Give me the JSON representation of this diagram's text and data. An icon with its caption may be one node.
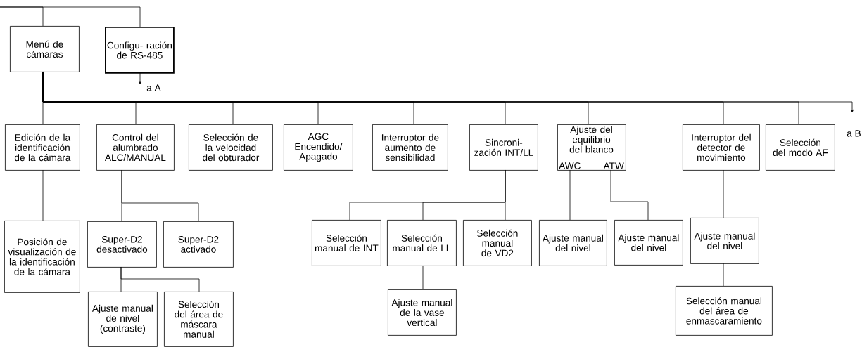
{
  "diagram": {
    "nodes": [
      {
        "text": [
          "Menú de cámaras"
        ]
      },
      {
        "text": [
          "Configu- ración de RS-485"
        ]
      },
      {
        "text": [
          "a A"
        ]
      },
      {
        "text": [
          "Edición de la identificación de la cámara"
        ]
      },
      {
        "text": [
          "Control del alumbrado ALC/MANUAL"
        ]
      },
      {
        "text": [
          "Selección de la velocidad del obturador"
        ]
      },
      {
        "text": [
          "AGC Encendido/ Apagado"
        ]
      },
      {
        "text": [
          "Interruptor de aumento de sensibilidad"
        ]
      },
      {
        "text": [
          "Sincroni- zación INT/LL"
        ]
      },
      {
        "text": [
          "Ajuste del equilibrio del blanco",
          "AWC",
          "ATW"
        ]
      },
      {
        "text": [
          "Interruptor del detector de movimiento"
        ]
      },
      {
        "text": [
          "Selección del modo AF"
        ]
      },
      {
        "text": [
          "a B"
        ]
      },
      {
        "text": [
          "Posición de visualización de la identificación de la cámara"
        ]
      },
      {
        "text": [
          "Super-D2 desactivado"
        ]
      },
      {
        "text": [
          "Super-D2 activado"
        ]
      },
      {
        "text": [
          "Selección manual de INT"
        ]
      },
      {
        "text": [
          "Selección manual de LL"
        ]
      },
      {
        "text": [
          "Selección manual de VD2"
        ]
      },
      {
        "text": [
          "Ajuste manual del nivel"
        ]
      },
      {
        "text": [
          "Ajuste manual del nivel"
        ]
      },
      {
        "text": [
          "Ajuste manual del nivel"
        ]
      },
      {
        "text": [
          "Ajuste manual de nivel (contraste)"
        ]
      },
      {
        "text": [
          "Selección del área de máscara manual"
        ]
      },
      {
        "text": [
          "Ajuste manual de la vase vertical"
        ]
      },
      {
        "text": [
          "Selección manual del área de enmascaramiento"
        ]
      }
    ],
    "edges": [
      {
        "from": null,
        "to": 0,
        "arrow": "none"
      },
      {
        "from": null,
        "to": 1,
        "arrow": "none"
      },
      {
        "from": 1,
        "to": 2,
        "arrow": "to"
      },
      {
        "from": 0,
        "to": 3,
        "arrow": "none"
      },
      {
        "from": 0,
        "to": 4,
        "arrow": "none"
      },
      {
        "from": 0,
        "to": 5,
        "arrow": "none"
      },
      {
        "from": 0,
        "to": 6,
        "arrow": "none"
      },
      {
        "from": 0,
        "to": 7,
        "arrow": "none"
      },
      {
        "from": 0,
        "to": 8,
        "arrow": "none"
      },
      {
        "from": 0,
        "to": 9,
        "arrow": "none"
      },
      {
        "from": 0,
        "to": 10,
        "arrow": "none"
      },
      {
        "from": 0,
        "to": 11,
        "arrow": "none"
      },
      {
        "from": 0,
        "to": 12,
        "arrow": "to"
      },
      {
        "from": 3,
        "to": 13,
        "arrow": "none"
      },
      {
        "from": 4,
        "to": 14,
        "arrow": "none"
      },
      {
        "from": 4,
        "to": 15,
        "arrow": "none"
      },
      {
        "from": 8,
        "to": 16,
        "arrow": "none"
      },
      {
        "from": 8,
        "to": 17,
        "arrow": "none"
      },
      {
        "from": 8,
        "to": 18,
        "arrow": "none"
      },
      {
        "from": 9,
        "to": 19,
        "arrow": "none"
      },
      {
        "from": 9,
        "to": 20,
        "arrow": "none"
      },
      {
        "from": 10,
        "to": 21,
        "arrow": "none"
      },
      {
        "from": 14,
        "to": 22,
        "arrow": "none"
      },
      {
        "from": 14,
        "to": 23,
        "arrow": "none"
      },
      {
        "from": 17,
        "to": 24,
        "arrow": "none"
      },
      {
        "from": 21,
        "to": 25,
        "arrow": "none"
      }
    ]
  }
}
